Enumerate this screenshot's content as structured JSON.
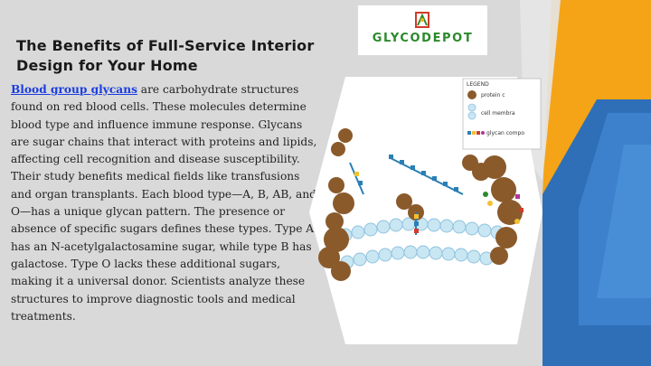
{
  "title": "The Benefits of Full-Service Interior Design for Your Home",
  "body": {
    "link_text": "Blood group glycans",
    "text": " are carbohydrate structures found on red blood cells. These molecules determine blood type and influence immune response. Glycans are sugar chains that interact with proteins and lipids, affecting cell recognition and disease susceptibility. Their study benefits medical fields like transfusions and organ transplants. Each blood type—A, B, AB, and O—has a unique glycan pattern. The presence or absence of specific sugars defines these types. Type A has an N-acetylgalactosamine sugar, while type B has galactose. Type O lacks these additional sugars, making it a universal donor. Scientists analyze these structures to improve diagnostic tools and medical treatments."
  },
  "logo": {
    "text": "GLYCODEPOT"
  },
  "legend": {
    "title": "LEGEND",
    "items": [
      "protein c",
      "cell membra",
      "",
      "glycan compo"
    ]
  },
  "colors": {
    "background": "#d9d9d9",
    "accent_orange": "#f5a417",
    "accent_blue": "#2e6fb8",
    "link": "#1a3de0",
    "logo_green": "#2b8a2b"
  }
}
